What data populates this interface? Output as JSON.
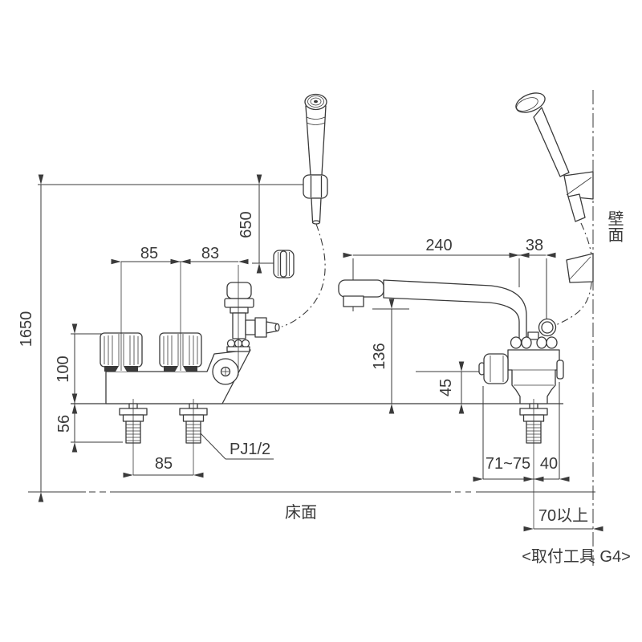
{
  "drawing": {
    "background": "#ffffff",
    "line_color": "#3a3a3a",
    "type": "faucet installation dimension drawing"
  },
  "dimensions": {
    "total_height": "1650",
    "shower_hook_drop": "650",
    "handle_pitch": "85",
    "handle_to_diverter": "83",
    "deck_height": "100",
    "shank_length": "56",
    "inlet_pitch": "85",
    "thread_type": "PJ1/2",
    "spout_reach": "240",
    "spout_offset": "38",
    "spout_height": "136",
    "handle_axis_height": "45",
    "front_clearance_range": "71~75",
    "rear_clearance": "40",
    "wall_min_clearance": "70以上"
  },
  "labels": {
    "floor_surface": "床面",
    "wall_surface": "壁面",
    "mounting_tool_note": "<取付工具 G4>"
  }
}
